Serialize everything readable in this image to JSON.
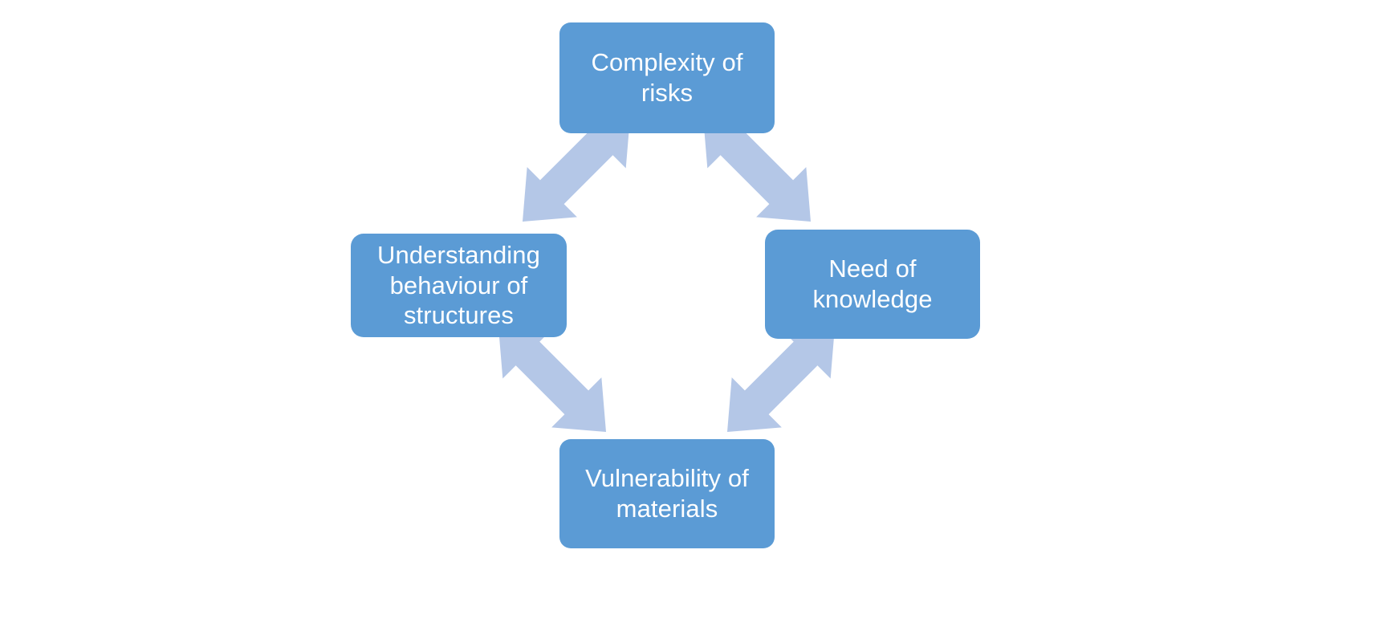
{
  "diagram": {
    "type": "cycle-diagram",
    "title": "",
    "background_color": "#FFFFFF",
    "node_fill_color": "#5B9BD5",
    "node_text_color": "#FFFFFF",
    "arrow_color": "#B4C7E7",
    "nodes": [
      {
        "id": "complexity-of-risks",
        "label": "Complexity of\nrisks",
        "position": "top"
      },
      {
        "id": "understanding-behaviour-of-structures",
        "label": "Understanding\nbehaviour  of\nstructures",
        "position": "left"
      },
      {
        "id": "need-of-knowledge",
        "label": "Need of\nknowledge",
        "position": "right"
      },
      {
        "id": "vulnerability-of-materials",
        "label": "Vulnerability  of\nmaterials",
        "position": "bottom"
      }
    ],
    "connectors": [
      {
        "id": "top-left-connector",
        "from": "complexity-of-risks",
        "to": "understanding-behaviour-of-structures",
        "style": "double-headed-diagonal-arrow"
      },
      {
        "id": "top-right-connector",
        "from": "complexity-of-risks",
        "to": "need-of-knowledge",
        "style": "double-headed-diagonal-arrow"
      },
      {
        "id": "bottom-left-connector",
        "from": "understanding-behaviour-of-structures",
        "to": "vulnerability-of-materials",
        "style": "double-headed-diagonal-arrow"
      },
      {
        "id": "bottom-right-connector",
        "from": "vulnerability-of-materials",
        "to": "need-of-knowledge",
        "style": "double-headed-diagonal-arrow"
      }
    ]
  }
}
